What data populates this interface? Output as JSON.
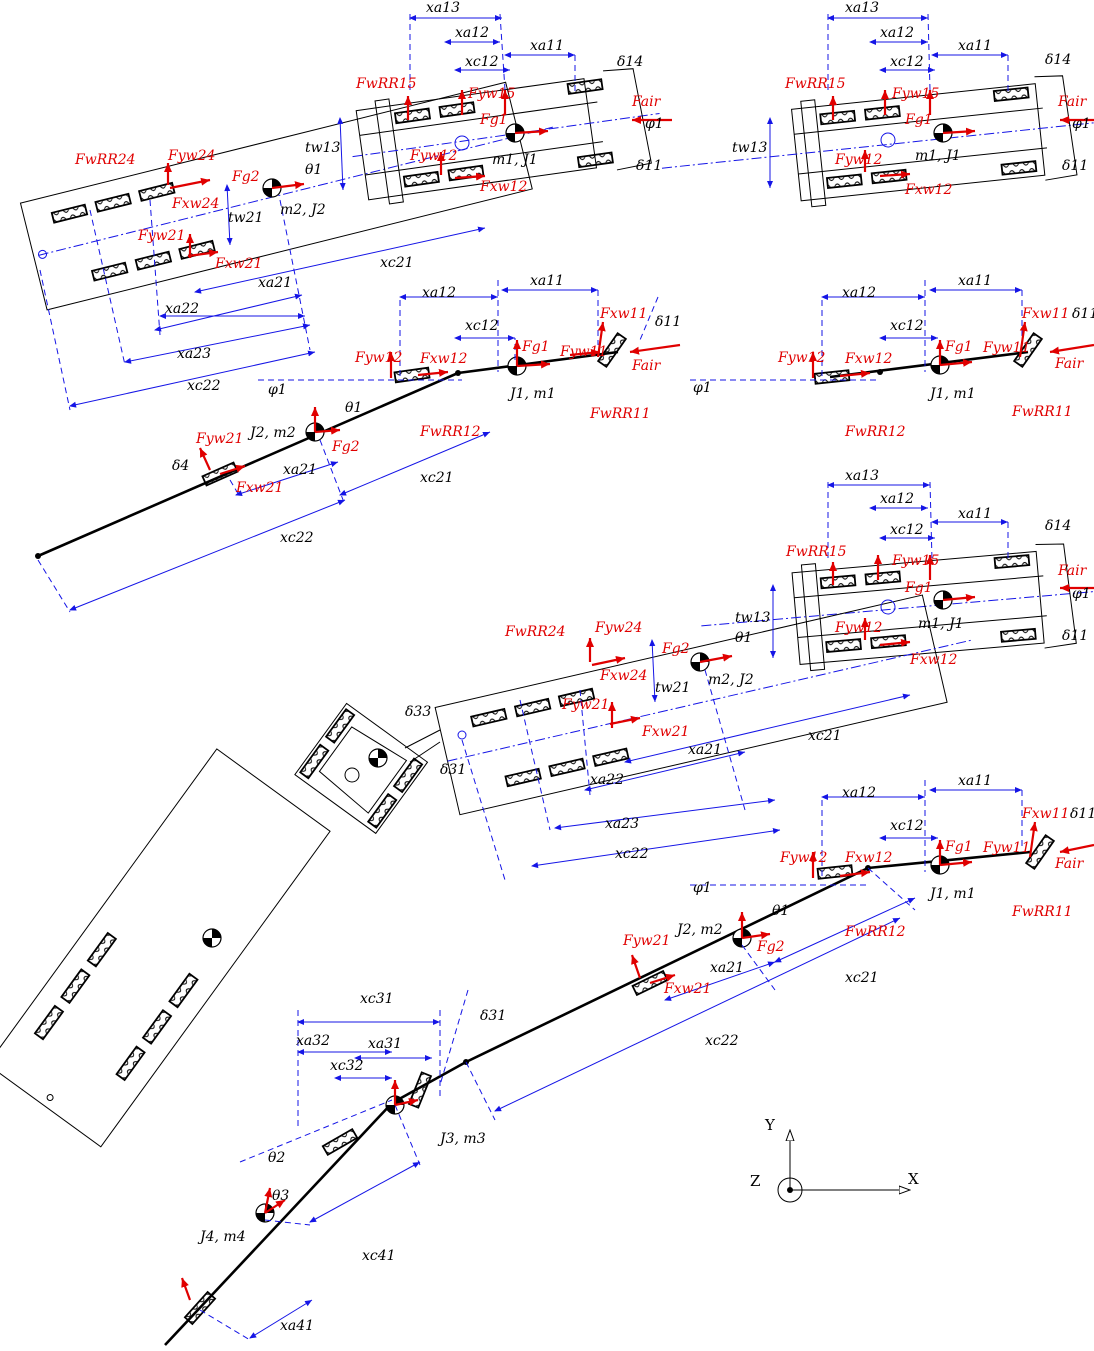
{
  "labels": {
    "xa13": "xa13",
    "xa12": "xa12",
    "xa11": "xa11",
    "xc12": "xc12",
    "xc21": "xc21",
    "xa21": "xa21",
    "xa22": "xa22",
    "xa23": "xa23",
    "xc22": "xc22",
    "xc31": "xc31",
    "xa32": "xa32",
    "xa31": "xa31",
    "xc32": "xc32",
    "xc41": "xc41",
    "xa41": "xa41",
    "tw13": "tw13",
    "tw21": "tw21",
    "delta14": "δ14",
    "delta11": "δ11",
    "delta4": "δ4",
    "delta33": "δ33",
    "delta31": "δ31",
    "phi1": "φ1",
    "theta1": "θ1",
    "theta2": "θ2",
    "theta3": "θ3",
    "m1J1": "m1, J1",
    "m2J2": "m2, J2",
    "J1m1": "J1, m1",
    "J2m2": "J2, m2",
    "J3m3": "J3, m3",
    "J4m4": "J4, m4",
    "FwRR15": "FwRR15",
    "Fyw15": "Fyw15",
    "Fg1": "Fg1",
    "Fair": "Fair",
    "Fyw12": "Fyw12",
    "Fxw12": "Fxw12",
    "FwRR24": "FwRR24",
    "Fyw24": "Fyw24",
    "Fg2": "Fg2",
    "Fxw24": "Fxw24",
    "Fyw21": "Fyw21",
    "Fxw21": "Fxw21",
    "Fxw11": "Fxw11",
    "Fyw11": "Fyw11",
    "FwRR11": "FwRR11",
    "FwRR12": "FwRR12"
  },
  "axes": {
    "y": "Y",
    "z": "Z",
    "x": "X"
  },
  "colors": {
    "force": "#e00000",
    "dimension": "#1515e6",
    "structure": "#000000"
  }
}
